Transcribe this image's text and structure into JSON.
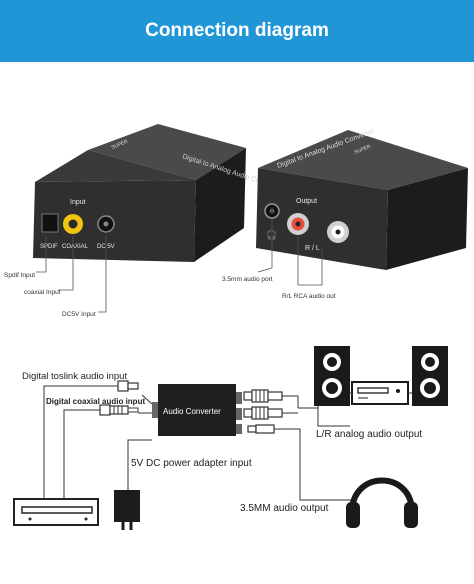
{
  "banner": {
    "title": "Connection diagram"
  },
  "photo_left": {
    "device_text": "Digital to Analog Audio Converter",
    "brand": "SUPER",
    "label_input": "Input",
    "label_spdif": "SPDIF",
    "label_coaxial": "COAXIAL",
    "label_dc": "DC 5V"
  },
  "photo_right": {
    "device_text": "Digital to Analog Audio Converter",
    "brand": "SUPER",
    "label_output": "Output",
    "label_rl": "R / L"
  },
  "callouts": {
    "spdif_input": "Spdif Input",
    "coaxial_input": "coaxial Input",
    "dc5v_input": "DC5V Input",
    "port_35mm": "3.5mm audio port",
    "rl_rca_out": "R/L RCA audio out"
  },
  "diagram": {
    "toslink_input": "Digital  toslink audio input",
    "coaxial_input": "Digital  coaxial audio input",
    "converter_label": "Audio Converter",
    "power_input": "5V DC power adapter input",
    "lr_output": "L/R analog audio output",
    "mm_output": "3.5MM audio output"
  },
  "colors": {
    "banner": "#2196d6",
    "device": "#2b2b2b",
    "line": "#444444"
  }
}
